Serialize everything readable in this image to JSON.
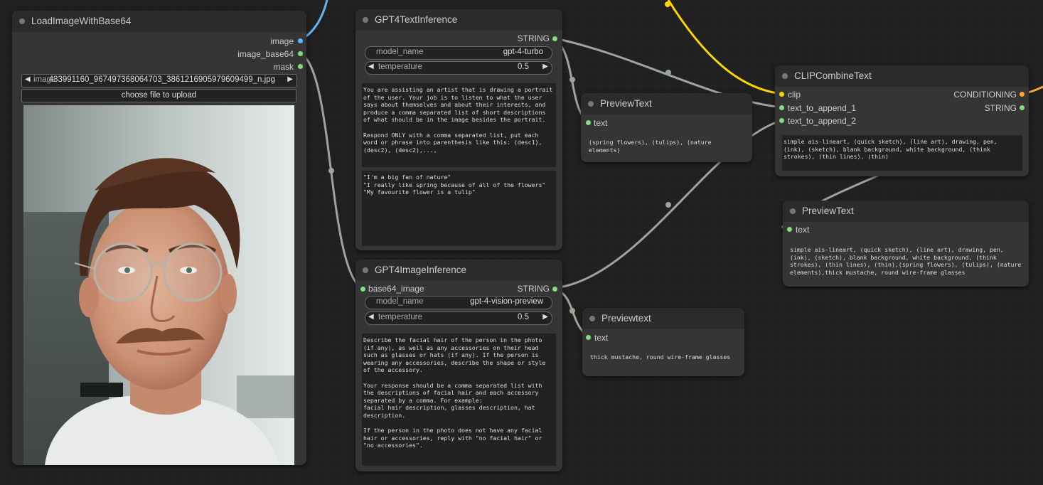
{
  "colors": {
    "string_slot": "#7fe07f",
    "image_slot": "#64b5f6",
    "clip_slot": "#ffd500",
    "cond_slot": "#ffa931",
    "wire_gray": "#9aa69a",
    "wire_blue": "#64b5f6",
    "wire_yellow": "#ffd500",
    "wire_orange": "#ffa931",
    "node_bg": "#353535",
    "title_bg": "#2b2b2b",
    "canvas": "#202020"
  },
  "load_image": {
    "title": "LoadImageWithBase64",
    "outputs": [
      "image",
      "image_base64",
      "mask"
    ],
    "image_widget": {
      "label": "image",
      "value": "433991160_967497368064703_3861216905979609499_n.jpg"
    },
    "upload_button": "choose file to upload",
    "preview_alt": "photo of a man with mustache and round wire-frame glasses"
  },
  "gpt_text": {
    "title": "GPT4TextInference",
    "output": "STRING",
    "model": {
      "label": "model_name",
      "value": "gpt-4-turbo"
    },
    "temperature": {
      "label": "temperature",
      "value": "0.5"
    },
    "system_prompt": "You are assisting an artist that is drawing a portrait of the user. Your job is to listen to what the user says about themselves and about their interests, and produce a comma separated list of short descriptions of what should be in the image besides the portrait.\n\nRespond ONLY with a comma separated list, put each word or phrase into parenthesis like this: (desc1), (desc2), (desc2),...,",
    "user_prompt": "\"I'm a big fan of nature\"\n\"I really like spring because of all of the flowers\"\n\"My favourite flower is a tulip\""
  },
  "gpt_image": {
    "title": "GPT4ImageInference",
    "input": "base64_image",
    "output": "STRING",
    "model": {
      "label": "model_name",
      "value": "gpt-4-vision-preview"
    },
    "temperature": {
      "label": "temperature",
      "value": "0.5"
    },
    "prompt": "Describe the facial hair of the person in the photo (if any), as well as any accessories on their head such as glasses or hats (if any). If the person is wearing any accessories, describe the shape or style of the accessory.\n\nYour response should be a comma separated list with the descriptions of facial hair and each accessory separated by a comma. For example:\nfacial hair description, glasses description, hat description.\n\nIf the person in the photo does not have any facial hair or accessories, reply with \"no facial hair\" or \"no accessories\"."
  },
  "preview1": {
    "title": "PreviewText",
    "input": "text",
    "content": "(spring flowers), (tulips), (nature elements)"
  },
  "preview2": {
    "title": "Previewtext",
    "input": "text",
    "content": "thick mustache, round wire-frame glasses"
  },
  "clip_combine": {
    "title": "CLIPCombineText",
    "inputs": [
      "clip",
      "text_to_append_1",
      "text_to_append_2"
    ],
    "outputs": [
      "CONDITIONING",
      "STRING"
    ],
    "text": "simple ais-lineart, (quick sketch), (line art), drawing, pen, (ink), (sketch), blank background, white background, (think strokes), (thin lines), (thin)"
  },
  "preview3": {
    "title": "PreviewText",
    "input": "text",
    "content": "simple ais-lineart, (quick sketch), (line art), drawing, pen, (ink), (sketch), blank background, white background, (think strokes), (thin lines), (thin),(spring flowers), (tulips), (nature elements),thick mustache, round wire-frame glasses"
  }
}
